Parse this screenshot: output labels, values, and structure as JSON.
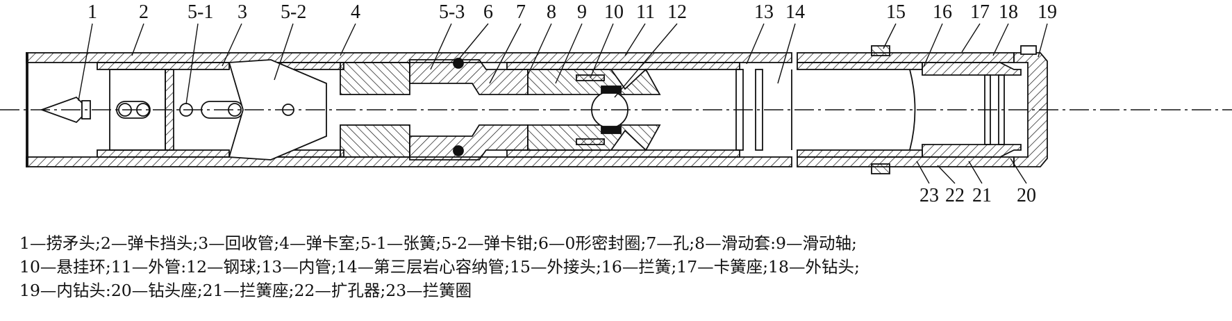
{
  "part_labels": [
    "1",
    "2",
    "5-1",
    "3",
    "5-2",
    "4",
    "5-3",
    "6",
    "7",
    "8",
    "9",
    "10",
    "11",
    "12",
    "13",
    "14",
    "15",
    "16",
    "17",
    "18",
    "19",
    "23",
    "22",
    "21",
    "20"
  ],
  "legend_lines": [
    "1—捞矛头;2—弹卡挡头;3—回收管;4—弹卡室;5-1—张簧;5-2—弹卡钳;6—0形密封圈;7—孔;8—滑动套:9—滑动轴;",
    "10—悬挂环;11—外管:12—钢球;13—内管;14—第三层岩心容纳管;15—外接头;16—拦簧;17—卡簧座;18—外钻头;",
    "19—内钻头:20—钻头座;21—拦簧座;22—扩孔器;23—拦簧圈"
  ],
  "colors": {
    "line": "#111111",
    "background": "#ffffff"
  }
}
